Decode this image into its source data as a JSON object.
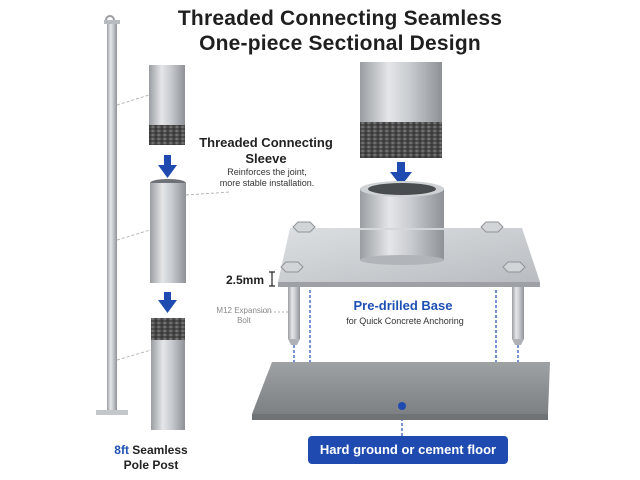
{
  "title": {
    "line1": "Threaded Connecting Seamless",
    "line2": "One-piece Sectional Design"
  },
  "sleeve": {
    "title_line1": "Threaded Connecting",
    "title_line2": "Sleeve",
    "desc_line1": "Reinforces the joint,",
    "desc_line2": "more stable installation."
  },
  "bolt": {
    "label_line1": "M12 Expansion",
    "label_line2": "Bolt"
  },
  "base": {
    "thickness": "2.5mm",
    "title": "Pre-drilled Base",
    "subtitle": "for Quick Concrete Anchoring"
  },
  "floor": {
    "label": "Hard ground or cement floor"
  },
  "post": {
    "highlight": "8ft",
    "caption_rest": " Seamless",
    "caption_line2": "Pole Post"
  },
  "colors": {
    "accent": "#1f4bb0",
    "metal": "#c8cbce",
    "dark_thread": "#5a5a5a",
    "concrete": "#8d9194"
  },
  "icons": [
    "arrow-down-icon",
    "arrow-down-icon",
    "arrow-down-icon",
    "bolt-icon"
  ]
}
